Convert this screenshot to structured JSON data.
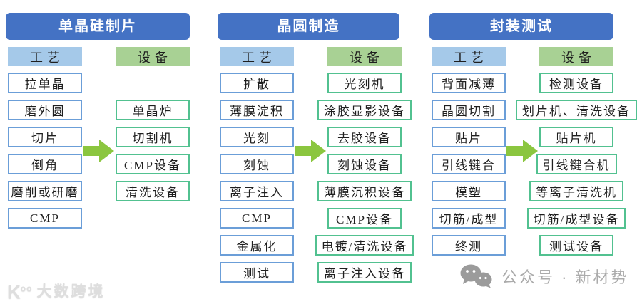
{
  "colors": {
    "header_bg": "#4472C4",
    "process_header_bg": "#A5C9E9",
    "equipment_header_bg": "#A8D194",
    "process_border": "#6B9ED8",
    "equipment_border": "#52C190",
    "arrow_green": "#8BC63F",
    "watermark_gray": "#ABABAB"
  },
  "columns": [
    {
      "title": "单晶硅制片",
      "process_label": "工艺",
      "equipment_label": "设备",
      "process_items": [
        "拉单晶",
        "磨外圆",
        "切片",
        "倒角",
        "磨削或研磨",
        "CMP"
      ],
      "equipment_items": [
        "单晶炉",
        "切割机",
        "CMP设备",
        "清洗设备"
      ],
      "equipment_start_row": 1
    },
    {
      "title": "晶圆制造",
      "process_label": "工艺",
      "equipment_label": "设备",
      "process_items": [
        "扩散",
        "薄膜淀积",
        "光刻",
        "刻蚀",
        "离子注入",
        "CMP",
        "金属化",
        "测试"
      ],
      "equipment_items": [
        "光刻机",
        "涂胶显影设备",
        "去胶设备",
        "刻蚀设备",
        "薄膜沉积设备",
        "CMP设备",
        "电镀/清洗设备",
        "离子注入设备"
      ],
      "equipment_start_row": 0
    },
    {
      "title": "封装测试",
      "process_label": "工艺",
      "equipment_label": "设备",
      "process_items": [
        "背面减薄",
        "晶圆切割",
        "贴片",
        "引线键合",
        "模塑",
        "切筋/成型",
        "终测"
      ],
      "equipment_items": [
        "检测设备",
        "划片机、清洗设备",
        "贴片机",
        "引线键合机",
        "等离子清洗机",
        "切筋/成型设备",
        "测试设备"
      ],
      "equipment_start_row": 0
    }
  ],
  "footer": {
    "brand_watermark": "大数跨境",
    "wechat_label": "公众号 · 新材势"
  }
}
